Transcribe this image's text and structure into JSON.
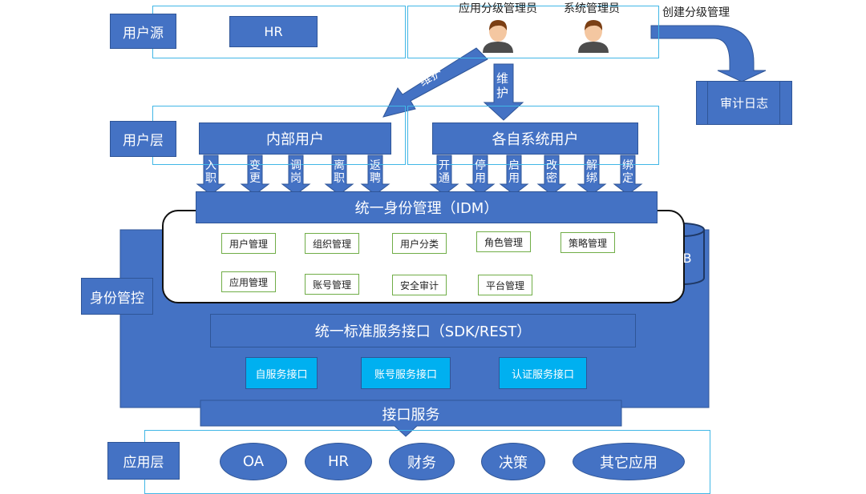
{
  "user_source": {
    "label": "用户源",
    "hr": "HR"
  },
  "admins": {
    "app_admin": "应用分级管理员",
    "sys_admin": "系统管理员",
    "create_admin": "创建分级管理"
  },
  "audit_log": "审计日志",
  "maintain": [
    "维",
    "护"
  ],
  "user_layer": {
    "label": "用户层",
    "internal": "内部用户",
    "systems": "各自系统用户"
  },
  "internal_actions": [
    [
      "入",
      "职"
    ],
    [
      "变",
      "更"
    ],
    [
      "调",
      "岗"
    ],
    [
      "离",
      "职"
    ],
    [
      "返",
      "聘"
    ]
  ],
  "system_actions": [
    [
      "开",
      "通"
    ],
    [
      "停",
      "用"
    ],
    [
      "启",
      "用"
    ],
    [
      "改",
      "密"
    ],
    [
      "解",
      "绑"
    ],
    [
      "绑",
      "定"
    ]
  ],
  "idm": "统一身份管理（IDM）",
  "modules": [
    "用户管理",
    "组织管理",
    "用户分类",
    "角色管理",
    "策略管理",
    "应用管理",
    "账号管理",
    "安全审计",
    "平台管理"
  ],
  "db": "DB",
  "identity_control": "身份管控",
  "sdk": "统一标准服务接口（SDK/REST）",
  "interfaces": [
    "自服务接口",
    "账号服务接口",
    "认证服务接口"
  ],
  "interface_service": "接口服务",
  "app_layer": {
    "label": "应用层",
    "apps": [
      "OA",
      "HR",
      "财务",
      "决策",
      "其它应用"
    ]
  },
  "colors": {
    "primary": "#4472c4",
    "border": "#2f5597",
    "frame": "#41b7e6",
    "module_border": "#70ad47",
    "cyan": "#00b0f0"
  }
}
